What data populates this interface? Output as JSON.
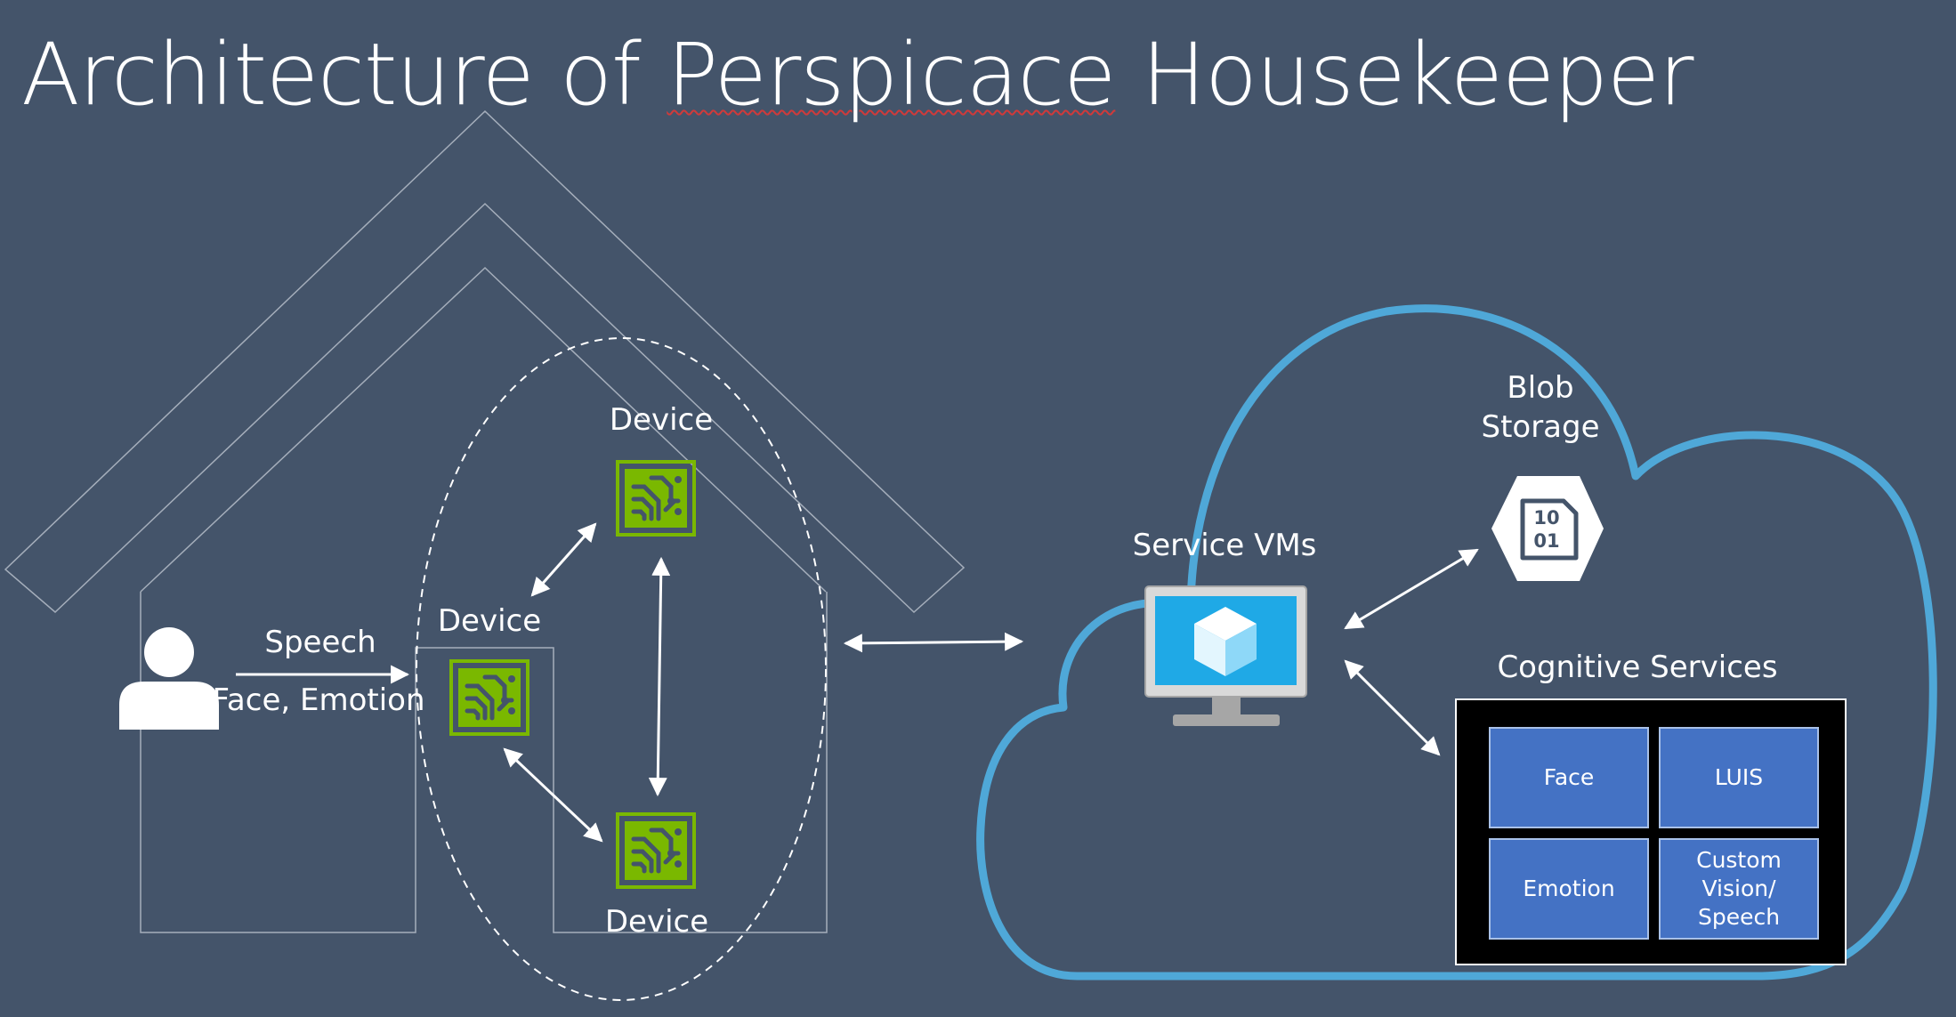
{
  "title": {
    "prefix": "Architecture of ",
    "spellchecked_word": "Perspicace",
    "suffix": " Housekeeper"
  },
  "labels": {
    "device_top": "Device",
    "device_left": "Device",
    "device_bottom": "Device",
    "speech": "Speech",
    "face_emotion": "Face, Emotion",
    "service_vms": "Service VMs",
    "blob_line1": "Blob",
    "blob_line2": "Storage",
    "blob_icon_line1": "10",
    "blob_icon_line2": "01",
    "cognitive_services": "Cognitive Services"
  },
  "cognitive_tiles": {
    "face": "Face",
    "luis": "LUIS",
    "emotion": "Emotion",
    "custom": "Custom\nVision/\nSpeech"
  },
  "colors": {
    "background": "#44546A",
    "cloud": "#4FA8D8",
    "device_chip": "#7AB800",
    "vm_screen": "#1FA9E6",
    "tile": "#4472C4",
    "panel": "#000000"
  },
  "icons": [
    "person-icon",
    "chip-icon",
    "monitor-icon",
    "cube-icon",
    "blob-storage-icon"
  ]
}
